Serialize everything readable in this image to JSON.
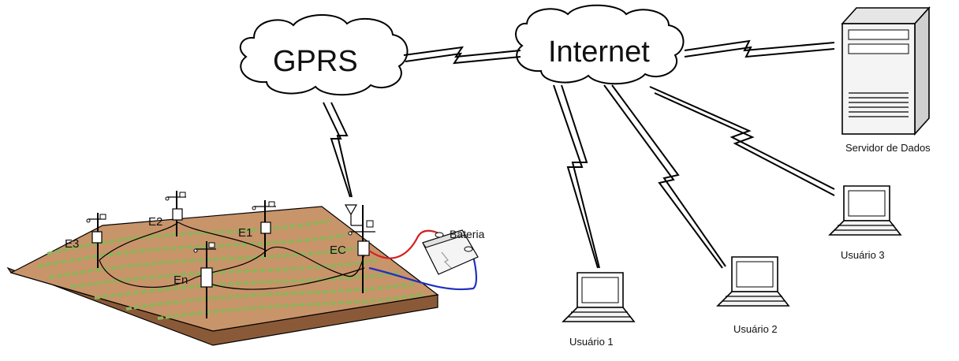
{
  "clouds": {
    "gprs": "GPRS",
    "internet": "Internet"
  },
  "server": {
    "label": "Servidor de Dados"
  },
  "users": [
    {
      "label": "Usuário 1"
    },
    {
      "label": "Usuário 2"
    },
    {
      "label": "Usuário 3"
    }
  ],
  "field": {
    "stations": [
      {
        "label": "E3"
      },
      {
        "label": "E2"
      },
      {
        "label": "E1"
      },
      {
        "label": "En"
      },
      {
        "label": "EC"
      }
    ],
    "battery": {
      "label": "Bateria"
    }
  },
  "colors": {
    "soil_top": "#c8946a",
    "soil_side": "#8a5a38",
    "crop_rows": "#8fb35a",
    "positive_wire": "#d42020",
    "negative_wire": "#2030c0",
    "server_body": "#f4f4f4"
  }
}
